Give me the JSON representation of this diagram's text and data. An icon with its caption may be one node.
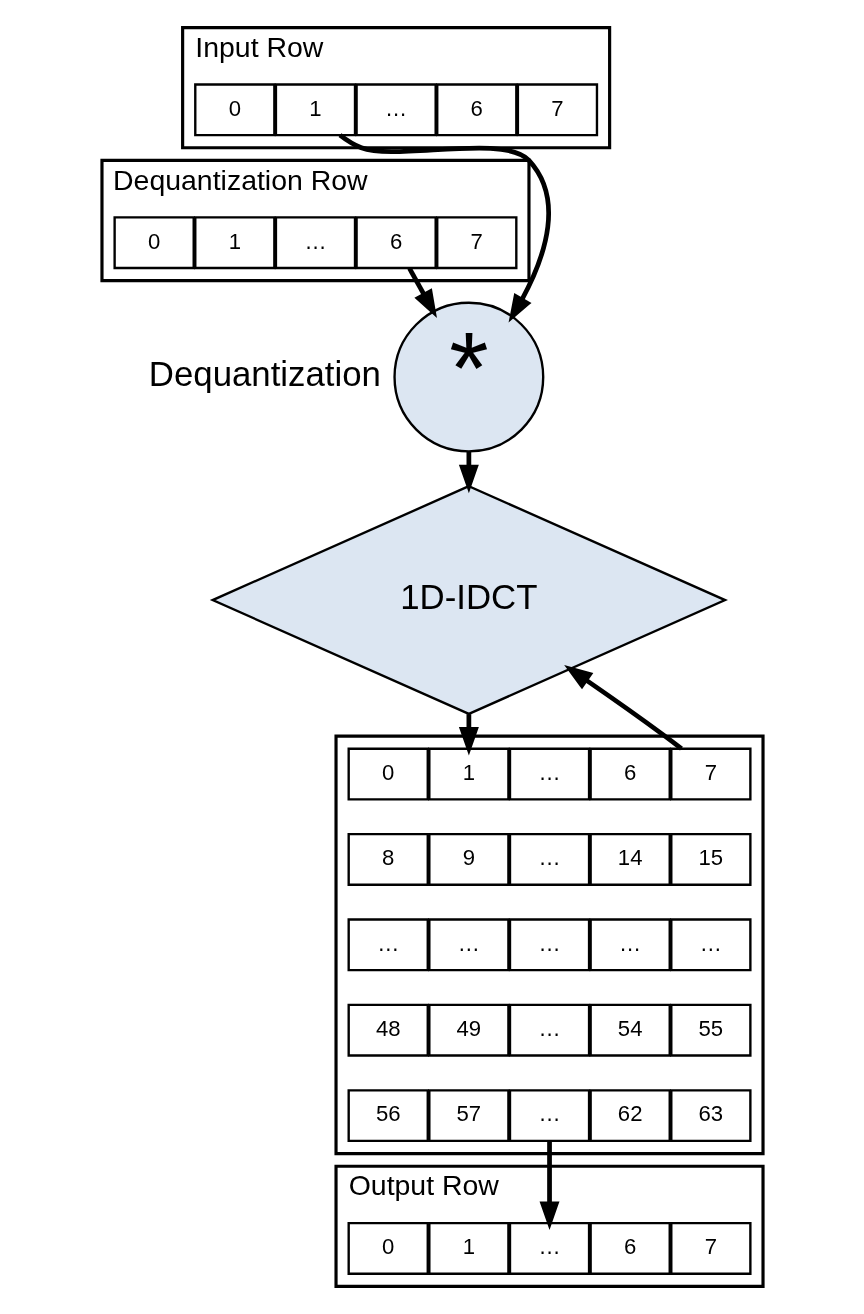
{
  "diagram": {
    "nodes": [
      {
        "text": [
          "Input Row"
        ]
      },
      {
        "text": [
          "0"
        ],
        "in": 0
      },
      {
        "text": [
          "1"
        ],
        "in": 0
      },
      {
        "text": [
          "…"
        ],
        "in": 0
      },
      {
        "text": [
          "6"
        ],
        "in": 0
      },
      {
        "text": [
          "7"
        ],
        "in": 0
      },
      {
        "text": [
          "Dequantization Row"
        ]
      },
      {
        "text": [
          "0"
        ],
        "in": 6
      },
      {
        "text": [
          "1"
        ],
        "in": 6
      },
      {
        "text": [
          "…"
        ],
        "in": 6
      },
      {
        "text": [
          "6"
        ],
        "in": 6
      },
      {
        "text": [
          "7"
        ],
        "in": 6
      },
      {
        "text": [
          "*"
        ],
        "beside": [
          "Dequantization"
        ]
      },
      {
        "text": [
          "1D-IDCT"
        ]
      },
      {
        "text": [],
        "shape": "box"
      },
      {
        "text": [
          "0"
        ],
        "in": 14
      },
      {
        "text": [
          "1"
        ],
        "in": 14
      },
      {
        "text": [
          "…"
        ],
        "in": 14
      },
      {
        "text": [
          "6"
        ],
        "in": 14
      },
      {
        "text": [
          "7"
        ],
        "in": 14
      },
      {
        "text": [
          "8"
        ],
        "in": 14
      },
      {
        "text": [
          "9"
        ],
        "in": 14
      },
      {
        "text": [
          "…"
        ],
        "in": 14
      },
      {
        "text": [
          "14"
        ],
        "in": 14
      },
      {
        "text": [
          "15"
        ],
        "in": 14
      },
      {
        "text": [
          "…"
        ],
        "in": 14
      },
      {
        "text": [
          "…"
        ],
        "in": 14
      },
      {
        "text": [
          "…"
        ],
        "in": 14
      },
      {
        "text": [
          "…"
        ],
        "in": 14
      },
      {
        "text": [
          "…"
        ],
        "in": 14
      },
      {
        "text": [
          "48"
        ],
        "in": 14
      },
      {
        "text": [
          "49"
        ],
        "in": 14
      },
      {
        "text": [
          "…"
        ],
        "in": 14
      },
      {
        "text": [
          "54"
        ],
        "in": 14
      },
      {
        "text": [
          "55"
        ],
        "in": 14
      },
      {
        "text": [
          "56"
        ],
        "in": 14
      },
      {
        "text": [
          "57"
        ],
        "in": 14
      },
      {
        "text": [
          "…"
        ],
        "in": 14
      },
      {
        "text": [
          "62"
        ],
        "in": 14
      },
      {
        "text": [
          "63"
        ],
        "in": 14
      },
      {
        "text": [
          "Output Row"
        ]
      },
      {
        "text": [
          "0"
        ],
        "in": 40
      },
      {
        "text": [
          "1"
        ],
        "in": 40
      },
      {
        "text": [
          "…"
        ],
        "in": 40
      },
      {
        "text": [
          "6"
        ],
        "in": 40
      },
      {
        "text": [
          "7"
        ],
        "in": 40
      }
    ],
    "edges": [
      {
        "from": 2,
        "to": 12,
        "arrow": "to"
      },
      {
        "from": 10,
        "to": 12,
        "arrow": "to"
      },
      {
        "from": 12,
        "to": 13,
        "arrow": "to"
      },
      {
        "from": 13,
        "to": 16,
        "arrow": "to"
      },
      {
        "from": 19,
        "to": 13,
        "arrow": "to"
      },
      {
        "from": 37,
        "to": 43,
        "arrow": "to"
      }
    ]
  }
}
